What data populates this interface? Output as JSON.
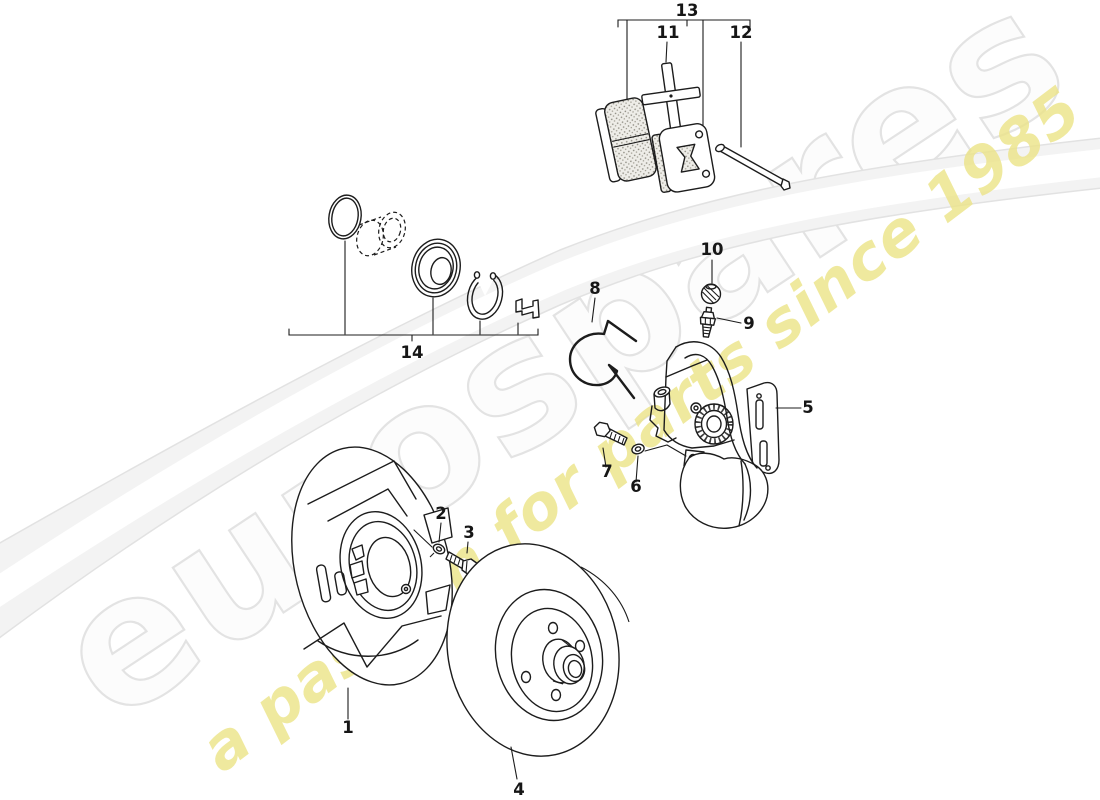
{
  "diagram": {
    "callouts": [
      "1",
      "2",
      "3",
      "4",
      "5",
      "6",
      "7",
      "8",
      "9",
      "10",
      "11",
      "12",
      "13",
      "14"
    ]
  },
  "watermark": {
    "brand": "eurospares",
    "tagline": "a passion for parts since 1985",
    "brand_color": "#e3e3e3",
    "tagline_color": "#ece487"
  },
  "colors": {
    "background": "#ffffff",
    "line": "#1c1c1c"
  }
}
